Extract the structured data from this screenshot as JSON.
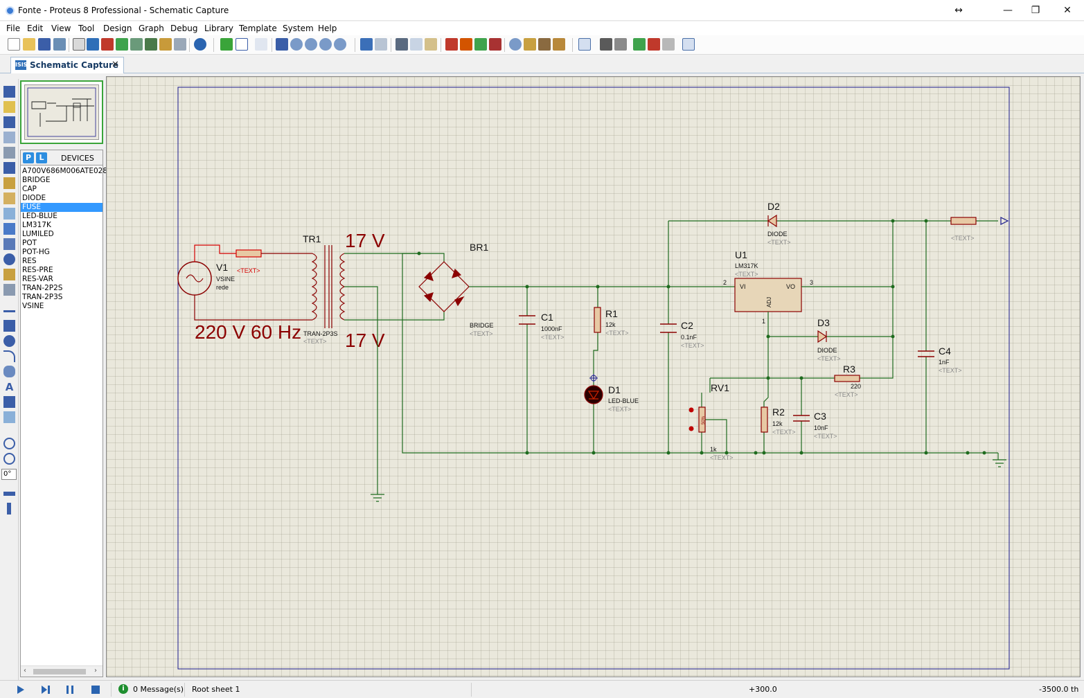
{
  "window": {
    "title": "Fonte - Proteus 8 Professional - Schematic Capture",
    "resize_glyph": "↔",
    "minimize": "—",
    "restore": "❐",
    "close": "✕"
  },
  "menu": [
    "File",
    "Edit",
    "View",
    "Tool",
    "Design",
    "Graph",
    "Debug",
    "Library",
    "Template",
    "System",
    "Help"
  ],
  "tab": {
    "label": "Schematic Capture",
    "icon_text": "ISIS",
    "close": "✕"
  },
  "devices": {
    "p_button": "P",
    "l_button": "L",
    "header": "DEVICES",
    "items": [
      "A700V686M006ATE028",
      "BRIDGE",
      "CAP",
      "DIODE",
      "FUSE",
      "LED-BLUE",
      "LM317K",
      "LUMILED",
      "POT",
      "POT-HG",
      "RES",
      "RES-PRE",
      "RES-VAR",
      "TRAN-2P2S",
      "TRAN-2P3S",
      "VSINE"
    ],
    "selected": "FUSE"
  },
  "rotation_value": "0°",
  "schematic": {
    "labels": {
      "v1_ref": "V1",
      "v1_type": "VSINE",
      "v1_name": "rede",
      "fuse_in_text": "<TEXT>",
      "mains": "220 V 60 Hz",
      "tr1_ref": "TR1",
      "tr1_type": "TRAN-2P3S",
      "tr1_text": "<TEXT>",
      "sec_top": "17 V",
      "sec_bot": "17 V",
      "br1_ref": "BR1",
      "br1_type": "BRIDGE",
      "br1_text": "<TEXT>",
      "c1_ref": "C1",
      "c1_val": "1000nF",
      "c1_text": "<TEXT>",
      "r1_ref": "R1",
      "r1_val": "12k",
      "r1_text": "<TEXT>",
      "d1_ref": "D1",
      "d1_type": "LED-BLUE",
      "d1_text": "<TEXT>",
      "c2_ref": "C2",
      "c2_val": "0.1nF",
      "c2_text": "<TEXT>",
      "u1_ref": "U1",
      "u1_type": "LM317K",
      "u1_text": "<TEXT>",
      "u1_vi": "VI",
      "u1_vo": "VO",
      "u1_adj": "ADJ",
      "u1_pin_vi": "2",
      "u1_pin_vo": "3",
      "u1_pin_adj": "1",
      "d2_ref": "D2",
      "d2_type": "DIODE",
      "d2_text": "<TEXT>",
      "d3_ref": "D3",
      "d3_type": "DIODE",
      "d3_text": "<TEXT>",
      "r3_ref": "R3",
      "r3_val": "220",
      "r3_text": "<TEXT>",
      "rv1_ref": "RV1",
      "rv1_val": "1k",
      "rv1_text": "<TEXT>",
      "rv1_pct": "50%",
      "r2_ref": "R2",
      "r2_val": "12k",
      "r2_text": "<TEXT>",
      "c3_ref": "C3",
      "c3_val": "10nF",
      "c3_text": "<TEXT>",
      "c4_ref": "C4",
      "c4_val": "1nF",
      "c4_text": "<TEXT>",
      "fuse_out_text": "<TEXT>"
    },
    "colors": {
      "wire": "#1e6b1e",
      "component": "#8b0000",
      "selected": "#d40000",
      "sheet_border": "#1a1a8c",
      "grid": "#eae8dc"
    }
  },
  "status": {
    "messages": "0 Message(s)",
    "sheet": "Root sheet 1",
    "coord_x": "+300.0",
    "coord_y": "-3500.0",
    "unit": "th"
  }
}
